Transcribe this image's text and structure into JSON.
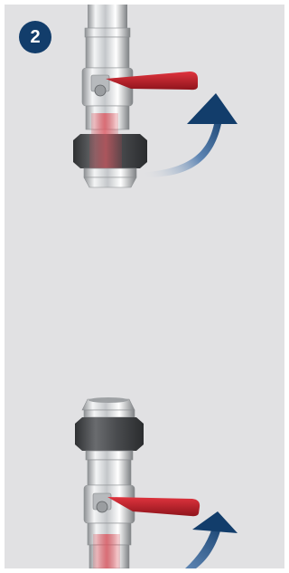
{
  "step": {
    "number": "2"
  },
  "colors": {
    "panel_background": "#e1e1e3",
    "badge_background": "#123d6b",
    "badge_text": "#ffffff",
    "arrow_dark": "#123d6b",
    "valve_handle": "#b81f2a",
    "union_nut": "#4d4f52",
    "chrome": "#d8dadc"
  },
  "icons": {
    "step_badge": "numbered-circle",
    "arrow": "curved-arrow-up-right",
    "valve": "ball-valve-with-union",
    "nut": "hex-union-nut"
  }
}
